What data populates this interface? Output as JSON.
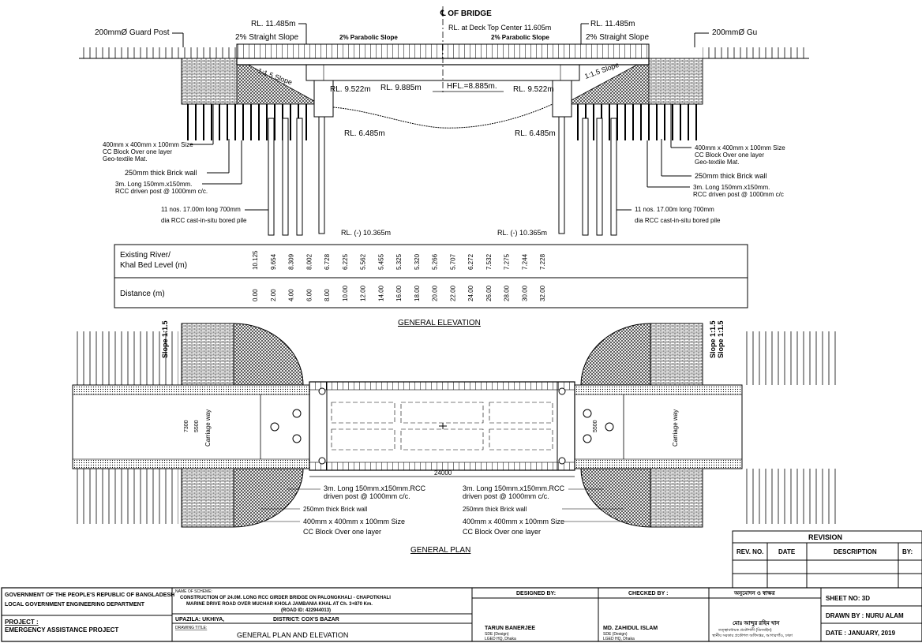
{
  "elevation": {
    "centerline": "℄ OF BRIDGE",
    "rl_deck_top": "RL. at Deck Top Center 11.605m",
    "rl_left_top": "RL. 11.485m",
    "rl_right_top": "RL. 11.485m",
    "guard_post_left": "200mmØ Guard Post",
    "guard_post_right": "200mmØ Gu",
    "straight_slope_left": "2% Straight Slope",
    "straight_slope_right": "2% Straight Slope",
    "parabolic_slope_left": "2% Parabolic Slope",
    "parabolic_slope_right": "2% Parabolic Slope",
    "side_slope_left": "1:1.5 Slope",
    "side_slope_right": "1:1.5 Slope",
    "rl_left_soffit": "RL. 9.522m",
    "rl_center_soffit": "RL. 9.885m",
    "hfl": "HFL.=8.885m.",
    "rl_right_soffit": "RL. 9.522m",
    "rl_left_bed": "RL. 6.485m",
    "rl_right_bed": "RL. 6.485m",
    "rl_left_pile_tip": "RL. (-) 10.365m",
    "rl_right_pile_tip": "RL. (-) 10.365m",
    "cc_block_left": [
      "400mm x 400mm x 100mm Size",
      "CC Block Over one layer",
      "Geo-textile Mat."
    ],
    "cc_block_right": [
      "400mm x 400mm x 100mm Size",
      "CC Block Over one layer",
      "Geo-textile Mat."
    ],
    "brick_wall_left": "250mm thick Brick wall",
    "brick_wall_right": "250mm thick Brick wall",
    "driven_post_left": [
      "3m. Long 150mm.x150mm.",
      "RCC driven post @ 1000mm c/c."
    ],
    "driven_post_right": [
      "3m. Long 150mm.x150mm.",
      "RCC driven post @ 1000mm c/c"
    ],
    "bored_pile_left": [
      "11 nos. 17.00m long 700mm",
      "dia RCC cast-in-situ bored pile"
    ],
    "bored_pile_right": [
      "11 nos. 17.00m long 700mm",
      "dia RCC cast-in-situ bored pile"
    ],
    "title": "GENERAL ELEVATION"
  },
  "bed_table": {
    "level_label_1": "Existing River/",
    "level_label_2": "Khal Bed Level (m)",
    "distance_label": "Distance (m)",
    "levels": [
      "10.125",
      "9.654",
      "8.309",
      "8.002",
      "6.728",
      "6.225",
      "5.562",
      "5.455",
      "5.325",
      "5.320",
      "5.266",
      "5.707",
      "6.272",
      "7.532",
      "7.275",
      "7.244",
      "7.228"
    ],
    "distances": [
      "0.00",
      "2.00",
      "4.00",
      "6.00",
      "8.00",
      "10.00",
      "12.00",
      "14.00",
      "16.00",
      "18.00",
      "20.00",
      "22.00",
      "24.00",
      "26.00",
      "28.00",
      "30.00",
      "32.00"
    ]
  },
  "plan": {
    "slope_left": "Slope 1:1.5",
    "slope_right_1": "Slope 1:1.5",
    "slope_right_2": "Slope 1:1.5",
    "carriageway_left": "Carriage way",
    "carriageway_right": "Carriage way",
    "width_left_outer": "7300",
    "width_left_inner": "5500",
    "width_right_inner": "5500",
    "span_length": "24000",
    "driven_post_left": [
      "3m. Long 150mm.x150mm.RCC",
      "driven post @ 1000mm c/c."
    ],
    "driven_post_right": [
      "3m. Long 150mm.x150mm.RCC",
      "driven post @ 1000mm c/c."
    ],
    "brick_wall_left": "250mm thick Brick wall",
    "brick_wall_right": "250mm thick Brick wall",
    "cc_block_left": [
      "400mm x 400mm x 100mm Size",
      "CC Block Over one layer"
    ],
    "cc_block_right": [
      "400mm x 400mm x 100mm Size",
      "CC Block Over one layer"
    ],
    "title": "GENERAL PLAN"
  },
  "revision": {
    "title": "REVISION",
    "col_rev": "REV. NO.",
    "col_date": "DATE",
    "col_desc": "DESCRIPTION",
    "col_by": "BY:"
  },
  "title_block": {
    "gov_line1": "GOVERNMENT OF THE PEOPLE'S REPUBLIC OF BANGLADESH",
    "gov_line2": "LOCAL GOVERNMENT ENGINEERING DEPARTMENT",
    "project_label": "PROJECT :",
    "project_name": "EMERGENCY ASSISTANCE PROJECT",
    "scheme_label": "NAME OF SCHEME:",
    "scheme_line1": "CONSTRUCTION OF 24.0M. LONG RCC GIRDER BRIDGE ON PALONGKHALI - CHAPOTKHALI",
    "scheme_line2": "MARINE DRIVE ROAD OVER MUCHAR KHOLA JAMBANIA KHAL AT Ch. 3+870 Km.",
    "road_id": "(ROAD ID: 422944013)",
    "upazila": "UPAZILA: UKHIYA,",
    "district": "DISTRICT: COX'S BAZAR",
    "drawing_title_label": "DRAWING TITLE:",
    "drawing_title": "GENERAL PLAN AND ELEVATION",
    "designed_by_label": "DESIGNED BY:",
    "checked_by_label": "CHECKED BY :",
    "approved_label": "অনুমোদন ও স্বাক্ষর",
    "designer_name": "TARUN BANERJEE",
    "designer_title_1": "SDE (Design)",
    "designer_title_2": "LGED HQ, Dhaka",
    "checker_name": "MD. ZAHIDUL ISLAM",
    "checker_title_1": "SDE (Design)",
    "checker_title_2": "LGED HQ, Dhaka",
    "approver_name": "মোঃ আব্দুর রহিম খান",
    "approver_title_1": "তত্ত্বাবধায়ক প্রকৌশলী (ডিজাইন)",
    "approver_title_2": "স্থানীয় সরকার প্রকৌশল অধিদপ্তর, আগারগাঁও, ঢাকা",
    "sheet_no": "SHEET NO:    3D",
    "drawn_by": "DRAWN BY : NURU ALAM",
    "date": "DATE : JANUARY, 2019"
  }
}
